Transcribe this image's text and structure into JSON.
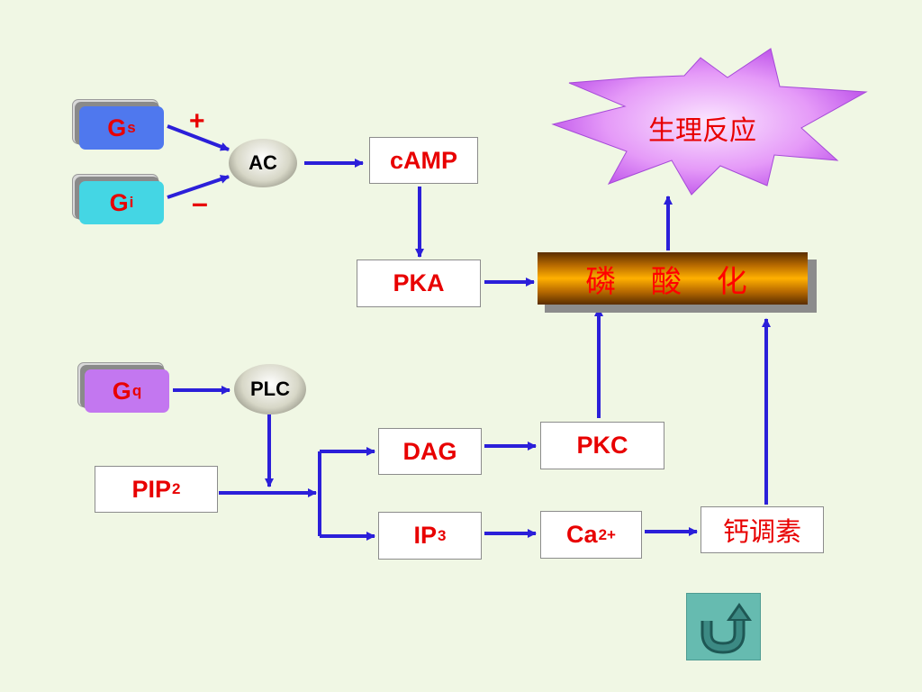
{
  "proteins": {
    "gs": {
      "label": "G",
      "sub": "s",
      "color": "#4f78ee"
    },
    "gi": {
      "label": "G",
      "sub": "i",
      "color": "#44d6e4"
    },
    "gq": {
      "label": "G",
      "sub": "q",
      "color": "#c377f0"
    }
  },
  "signs": {
    "plus": "+",
    "minus": "–"
  },
  "enzymes": {
    "ac": "AC",
    "plc": "PLC"
  },
  "nodes": {
    "camp": "cAMP",
    "pka": "PKA",
    "pip2": {
      "label": "PIP",
      "sub": "2"
    },
    "dag": "DAG",
    "ip3": {
      "label": "IP",
      "sub": "3"
    },
    "pkc": "PKC",
    "ca": {
      "label": "Ca",
      "sup": "2+"
    },
    "calmodulin": "钙调素"
  },
  "phosphorylation": "磷 酸 化",
  "response": "生理反应",
  "colors": {
    "text": "#e80000",
    "arrow": "#2b1fd9",
    "background": "#f0f7e4",
    "burst": "#c35ff2"
  },
  "icons": {
    "return": "u-turn-return-icon"
  }
}
